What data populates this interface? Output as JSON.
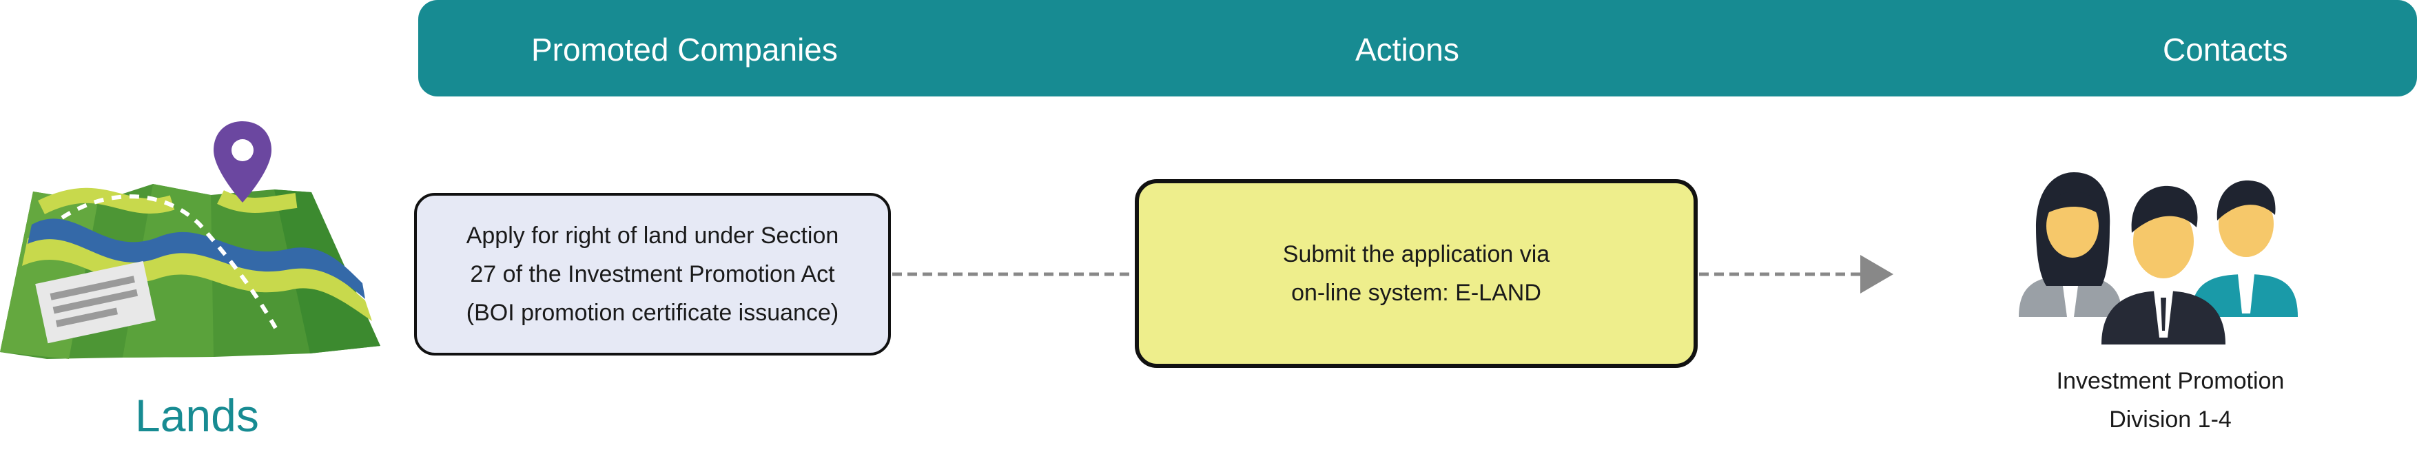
{
  "header": {
    "columns": [
      "Promoted Companies",
      "Actions",
      "Contacts"
    ]
  },
  "category": {
    "label": "Lands",
    "icon": "folded-map-with-location-pin-icon"
  },
  "steps": [
    {
      "lines": [
        "Apply for right of land under Section",
        "27 of the Investment Promotion Act",
        "(BOI promotion certificate issuance)"
      ]
    },
    {
      "lines": [
        "Submit the application via",
        "on-line system: E-LAND"
      ]
    }
  ],
  "contact": {
    "lines": [
      "Investment Promotion",
      "Division 1-4"
    ],
    "icon": "business-people-group-icon"
  },
  "colors": {
    "header": "#178b92",
    "lands_label": "#178b92",
    "apply_box_fill": "#e6e9f5",
    "submit_box_fill": "#eeee8c",
    "connector": "#888888"
  }
}
